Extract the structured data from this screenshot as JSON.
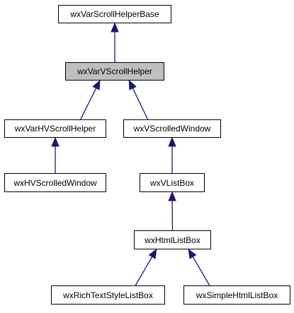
{
  "diagram": {
    "colors": {
      "edge": "#191970",
      "highlight_fill": "#bfbfbf",
      "node_fill": "#ffffff",
      "node_border": "#000000"
    },
    "nodes": {
      "base": "wxVarScrollHelperBase",
      "vscroll": "wxVarVScrollHelper",
      "hvscroll": "wxVarHVScrollHelper",
      "vscrolled": "wxVScrolledWindow",
      "hvscrolled": "wxHVScrolledWindow",
      "vlistbox": "wxVListBox",
      "htmllistbox": "wxHtmlListBox",
      "richtext": "wxRichTextStyleListBox",
      "simplehtml": "wxSimpleHtmlListBox"
    },
    "edges": [
      {
        "from": "vscroll",
        "to": "base"
      },
      {
        "from": "hvscroll",
        "to": "vscroll"
      },
      {
        "from": "vscrolled",
        "to": "vscroll"
      },
      {
        "from": "hvscrolled",
        "to": "hvscroll"
      },
      {
        "from": "vlistbox",
        "to": "vscrolled"
      },
      {
        "from": "htmllistbox",
        "to": "vlistbox"
      },
      {
        "from": "richtext",
        "to": "htmllistbox"
      },
      {
        "from": "simplehtml",
        "to": "htmllistbox"
      }
    ]
  }
}
